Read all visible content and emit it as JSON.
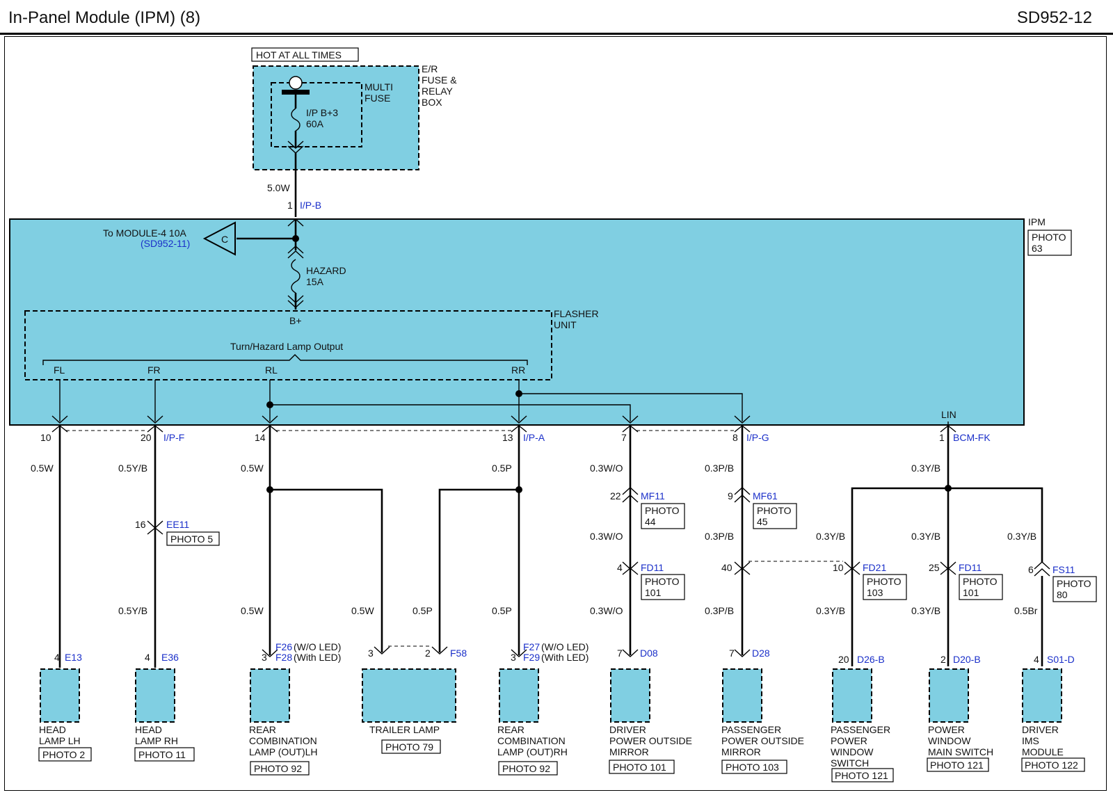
{
  "header": {
    "title": "In-Panel Module (IPM) (8)",
    "code": "SD952-12"
  },
  "fuse_box": {
    "hot_label": "HOT AT ALL TIMES",
    "box_label": [
      "E/R",
      "FUSE &",
      "RELAY",
      "BOX"
    ],
    "multi_fuse_label": [
      "MULTI",
      "FUSE"
    ],
    "fuse_label": [
      "I/P B+3",
      "60A"
    ],
    "wire": "5.0W"
  },
  "ipm": {
    "label": "IPM",
    "photo": [
      "PHOTO",
      "63"
    ],
    "input_pin": "1",
    "input_connector": "I/P-B",
    "module_ref": "To MODULE-4 10A",
    "module_ref_link": "(SD952-11)",
    "module_ref_letter": "C",
    "hazard_fuse": [
      "HAZARD",
      "15A"
    ],
    "flasher_label": [
      "FLASHER",
      "UNIT"
    ],
    "bplus": "B+",
    "output_title": "Turn/Hazard Lamp Output",
    "outputs": [
      "FL",
      "FR",
      "RL",
      "RR"
    ],
    "lin": "LIN"
  },
  "pins": [
    {
      "pin": "10",
      "conn": ""
    },
    {
      "pin": "20",
      "conn": "I/P-F"
    },
    {
      "pin": "14",
      "conn": ""
    },
    {
      "pin": "13",
      "conn": "I/P-A"
    },
    {
      "pin": "7",
      "conn": ""
    },
    {
      "pin": "8",
      "conn": "I/P-G"
    },
    {
      "pin": "1",
      "conn": "BCM-FK"
    }
  ],
  "wires": [
    "0.5W",
    "0.5Y/B",
    "0.5Y/B",
    "0.5W",
    "0.5P",
    "0.5W",
    "0.5W",
    "0.5P",
    "0.5P",
    "0.3W/O",
    "0.3W/O",
    "0.3W/O",
    "0.3P/B",
    "0.3P/B",
    "0.3P/B",
    "0.3Y/B",
    "0.3Y/B",
    "0.3Y/B",
    "0.3Y/B",
    "0.3Y/B",
    "0.3Y/B",
    "0.5Br"
  ],
  "inline_connectors": [
    {
      "pin": "16",
      "conn": "EE11",
      "photo": [
        "PHOTO 5"
      ]
    },
    {
      "pin": "22",
      "conn": "MF11",
      "photo": [
        "PHOTO",
        "44"
      ]
    },
    {
      "pin": "9",
      "conn": "MF61",
      "photo": [
        "PHOTO",
        "45"
      ]
    },
    {
      "pin": "4",
      "conn": "FD11",
      "photo": [
        "PHOTO",
        "101"
      ]
    },
    {
      "pin": "40",
      "conn": "",
      "photo": []
    },
    {
      "pin": "10",
      "conn": "FD21",
      "photo": [
        "PHOTO",
        "103"
      ]
    },
    {
      "pin": "25",
      "conn": "FD11",
      "photo": [
        "PHOTO",
        "101"
      ]
    },
    {
      "pin": "6",
      "conn": "FS11",
      "photo": [
        "PHOTO",
        "80"
      ]
    }
  ],
  "components": [
    {
      "pin": "4",
      "conn": "E13",
      "name": [
        "HEAD",
        "LAMP LH"
      ],
      "photo": "PHOTO 2"
    },
    {
      "pin": "4",
      "conn": "E36",
      "name": [
        "HEAD",
        "LAMP RH"
      ],
      "photo": "PHOTO 11"
    },
    {
      "pin": "3",
      "conn": "F26",
      "conn_note": "(W/O LED)",
      "conn2": "F28",
      "conn2_note": "(With LED)",
      "name": [
        "REAR",
        "COMBINATION",
        "LAMP (OUT)LH"
      ],
      "photo": "PHOTO 92"
    },
    {
      "pin": "3",
      "pin2": "2",
      "conn": "F58",
      "name": [
        "TRAILER LAMP"
      ],
      "photo": "PHOTO 79"
    },
    {
      "pin": "3",
      "conn": "F27",
      "conn_note": "(W/O LED)",
      "conn2": "F29",
      "conn2_note": "(With LED)",
      "name": [
        "REAR",
        "COMBINATION",
        "LAMP (OUT)RH"
      ],
      "photo": "PHOTO 92"
    },
    {
      "pin": "7",
      "conn": "D08",
      "name": [
        "DRIVER",
        "POWER OUTSIDE",
        "MIRROR"
      ],
      "photo": "PHOTO 101"
    },
    {
      "pin": "7",
      "conn": "D28",
      "name": [
        "PASSENGER",
        "POWER OUTSIDE",
        "MIRROR"
      ],
      "photo": "PHOTO 103"
    },
    {
      "pin": "20",
      "conn": "D26-B",
      "name": [
        "PASSENGER",
        "POWER",
        "WINDOW",
        "SWITCH"
      ],
      "photo": "PHOTO 121"
    },
    {
      "pin": "2",
      "conn": "D20-B",
      "name": [
        "POWER",
        "WINDOW",
        "MAIN SWITCH"
      ],
      "photo": "PHOTO 121"
    },
    {
      "pin": "4",
      "conn": "S01-D",
      "name": [
        "DRIVER",
        "IMS",
        "MODULE"
      ],
      "photo": "PHOTO 122"
    }
  ]
}
